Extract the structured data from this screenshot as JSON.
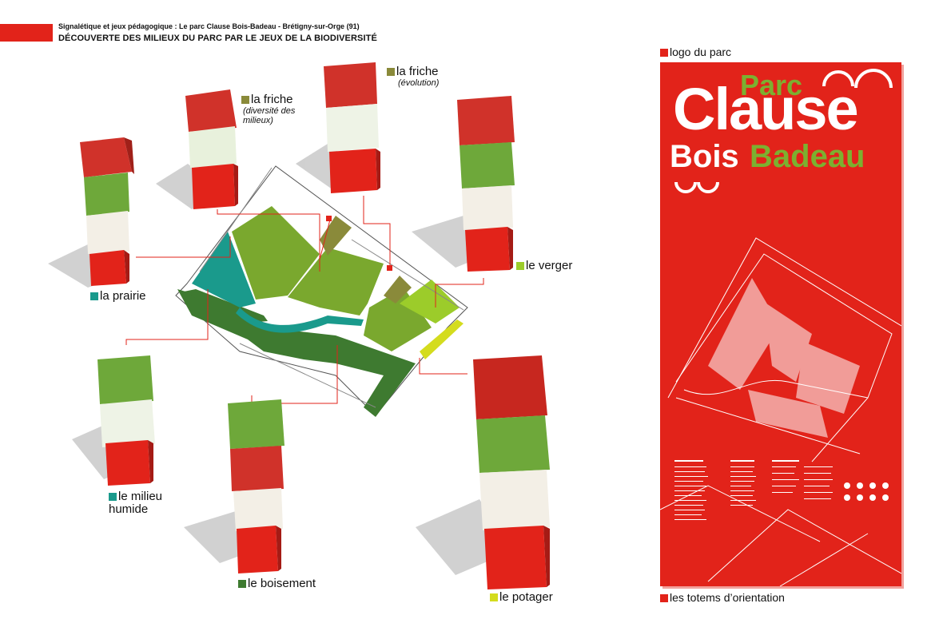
{
  "header": {
    "line1": "Signalétique et jeux pédagogique : Le parc Clause Bois-Badeau - Brétigny-sur-Orge (91)",
    "line2": "DÉCOUVERTE DES MILIEUX DU PARC PAR LE JEUX DE LA BIODIVERSITÉ"
  },
  "labels": {
    "prairie": "la prairie",
    "friche_diversite": "la friche",
    "friche_diversite_sub": "(diversité des milieux)",
    "friche_evolution": "la friche",
    "friche_evolution_sub": "(évolution)",
    "verger": "le verger",
    "milieu_humide": "le milieu humide",
    "boisement": "le boisement",
    "potager": "le potager"
  },
  "right": {
    "logo_label": "logo du parc",
    "totems_label": "les totems d’orientation"
  },
  "logo": {
    "parc": "Parc",
    "clause": "Clause",
    "bois": "Bois",
    "badeau": "Badeau"
  },
  "colors": {
    "accent_red": "#e2231a",
    "prairie_teal": "#1a9a8c",
    "friche_olive": "#8a8a3a",
    "verger_lime": "#9ccc2a",
    "boisement_green": "#3e7a30",
    "potager_yellow": "#d4dc1e",
    "meadow_green": "#7aa82e"
  }
}
